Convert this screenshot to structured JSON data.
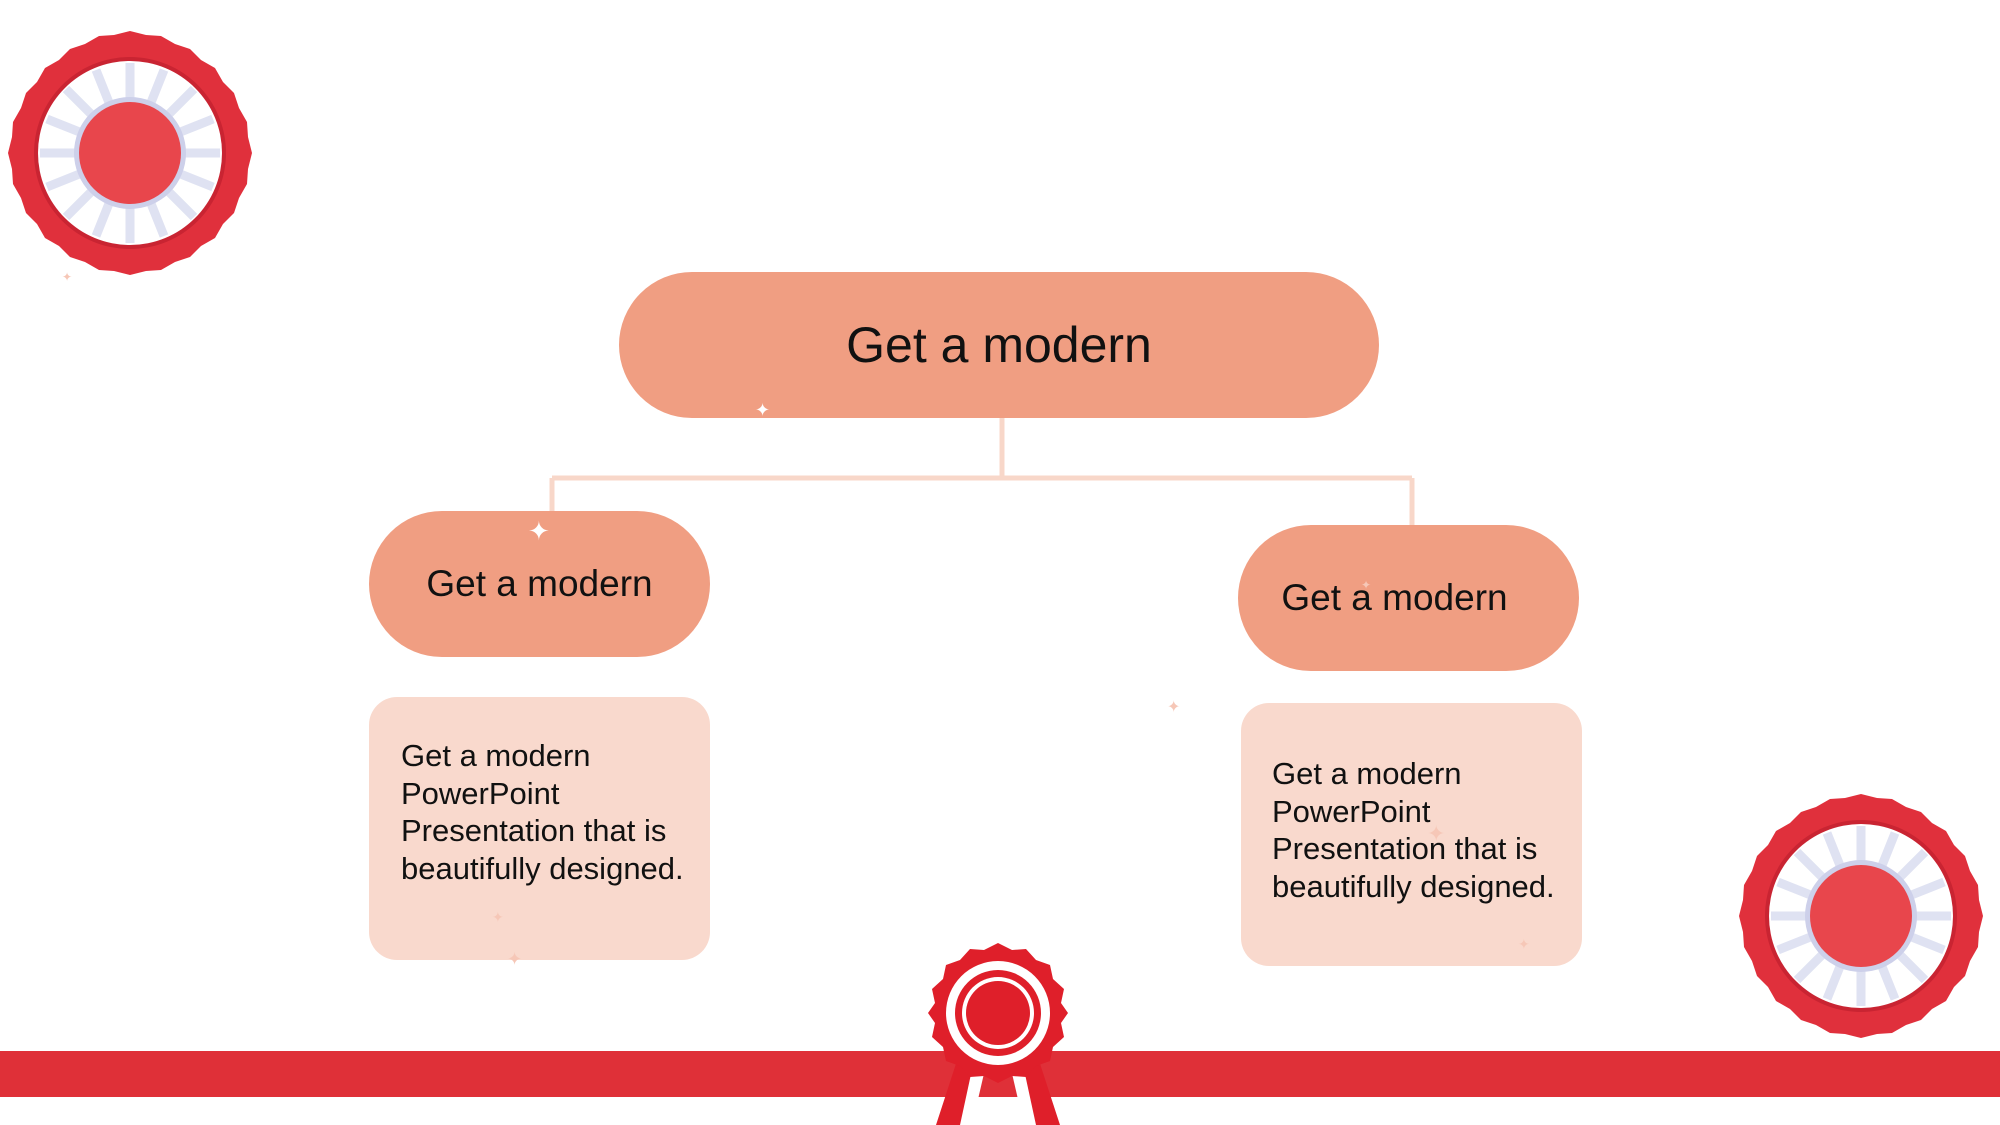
{
  "diagram": {
    "root": {
      "label": "Get a modern"
    },
    "branches": [
      {
        "label": "Get a modern",
        "description": "Get a modern PowerPoint Presentation that is beautifully designed."
      },
      {
        "label": "Get a modern",
        "description": "Get a modern PowerPoint Presentation that is beautifully designed."
      }
    ]
  },
  "icons": {
    "top_left": "rosette-icon",
    "bottom_right": "rosette-icon",
    "bottom_center": "award-ribbon-icon",
    "sparkles": "sparkle-icon"
  },
  "colors": {
    "pill_fill": "#f09e82",
    "card_fill": "#f9d9cd",
    "connector": "#f8d7c9",
    "band_red": "#df3038",
    "rosette_red": "#e0303c",
    "rosette_center": "#e8464c",
    "rosette_pleat": "#dfe2f2"
  }
}
